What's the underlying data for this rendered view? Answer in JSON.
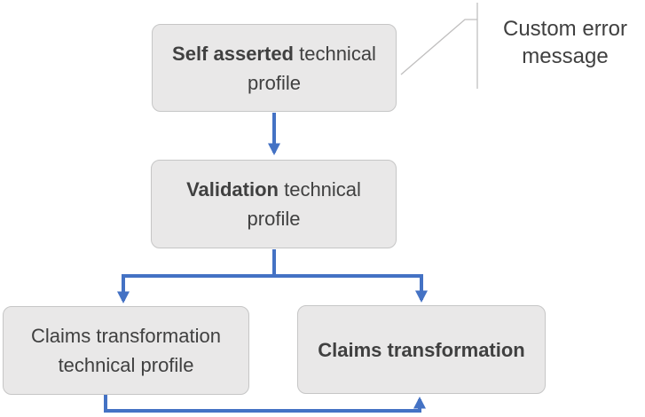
{
  "colors": {
    "background": "#FFFFFF",
    "box_fill": "#E9E8E8",
    "box_border": "#C6C6C6",
    "text": "#404040",
    "arrow_blue": "#4472C4",
    "callout_line": "#C0BFBF"
  },
  "nodes": {
    "self_asserted": {
      "bold": "Self asserted",
      "rest": " technical profile"
    },
    "validation": {
      "bold": "Validation",
      "rest": " technical profile"
    },
    "claims_tp": {
      "bold": "",
      "rest": "Claims transformation technical profile"
    },
    "claims_transformation": {
      "bold": "Claims transformation",
      "rest": ""
    }
  },
  "callout": {
    "text": "Custom error message"
  }
}
